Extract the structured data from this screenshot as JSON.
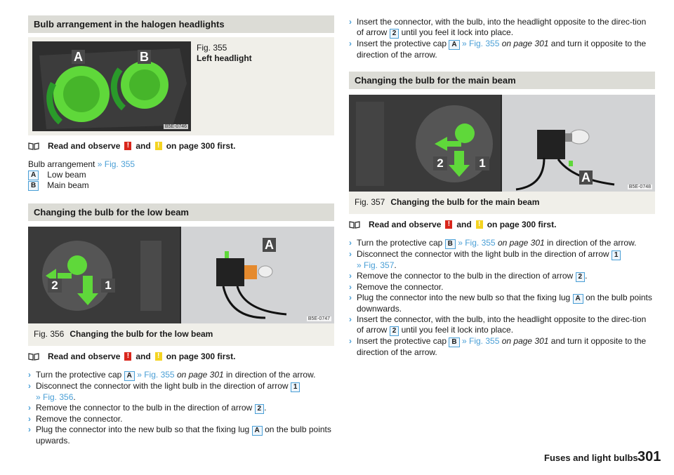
{
  "left": {
    "section1_title": "Bulb arrangement in the halogen headlights",
    "fig355": {
      "label": "Fig. 355",
      "title": "Left headlight",
      "code": "B5E-0746",
      "letter_a": "A",
      "letter_b": "B"
    },
    "note1": {
      "pre": "Read and observe",
      "mid": "and",
      "post": "on page 300 first."
    },
    "arrangement": {
      "label": "Bulb arrangement",
      "ref": "» Fig. 355"
    },
    "legend": [
      {
        "key": "A",
        "text": "Low beam"
      },
      {
        "key": "B",
        "text": "Main beam"
      }
    ],
    "section2_title": "Changing the bulb for the low beam",
    "fig356": {
      "label": "Fig. 356",
      "title": "Changing the bulb for the low beam",
      "code": "B5E-0747",
      "n2": "2",
      "n1": "1",
      "letter_a": "A"
    },
    "note2": {
      "pre": "Read and observe",
      "mid": "and",
      "post": "on page 300 first."
    },
    "steps": [
      {
        "t1": "Turn the protective cap",
        "k": "A",
        "ref": "» Fig. 355",
        "pg": "on page 301",
        "t2": "in direction of the arrow."
      },
      {
        "t1": "Disconnect the connector with the light bulb in the direction of arrow",
        "k": "1",
        "ref": "» Fig. 356",
        "t2": "."
      },
      {
        "t1": "Remove the connector to the bulb in the direction of arrow",
        "k": "2",
        "t2": "."
      },
      {
        "t1": "Remove the connector."
      },
      {
        "t1": "Plug the connector into the new bulb so that the fixing lug",
        "k": "A",
        "t2": "on the bulb points upwards."
      }
    ]
  },
  "right": {
    "top_steps": [
      {
        "t1": "Insert the connector, with the bulb, into the headlight opposite to the direc-tion of arrow",
        "k": "2",
        "t2": "until you feel it lock into place."
      },
      {
        "t1": "Insert the protective cap",
        "k": "A",
        "ref": "» Fig. 355",
        "pg": "on page 301",
        "t2": "and turn it opposite to the direction of the arrow."
      }
    ],
    "section3_title": "Changing the bulb for the main beam",
    "fig357": {
      "label": "Fig. 357",
      "title": "Changing the bulb for the main beam",
      "code": "B5E-0748",
      "n2": "2",
      "n1": "1",
      "letter_a": "A"
    },
    "note3": {
      "pre": "Read and observe",
      "mid": "and",
      "post": "on page 300 first."
    },
    "steps": [
      {
        "t1": "Turn the protective cap",
        "k": "B",
        "ref": "» Fig. 355",
        "pg": "on page 301",
        "t2": "in direction of the arrow."
      },
      {
        "t1": "Disconnect the connector with the light bulb in the direction of arrow",
        "k": "1",
        "ref": "» Fig. 357",
        "t2": "."
      },
      {
        "t1": "Remove the connector to the bulb in the direction of arrow",
        "k": "2",
        "t2": "."
      },
      {
        "t1": "Remove the connector."
      },
      {
        "t1": "Plug the connector into the new bulb so that the fixing lug",
        "k": "A",
        "t2": "on the bulb points downwards."
      },
      {
        "t1": "Insert the connector, with the bulb, into the headlight opposite to the direc-tion of arrow",
        "k": "2",
        "t2": "until you feel it lock into place."
      },
      {
        "t1": "Insert the protective cap",
        "k": "B",
        "ref": "» Fig. 355",
        "pg": "on page 301",
        "t2": "and turn it opposite to the direction of the arrow."
      }
    ]
  },
  "footer": {
    "section": "Fuses and light bulbs",
    "page": "301"
  }
}
